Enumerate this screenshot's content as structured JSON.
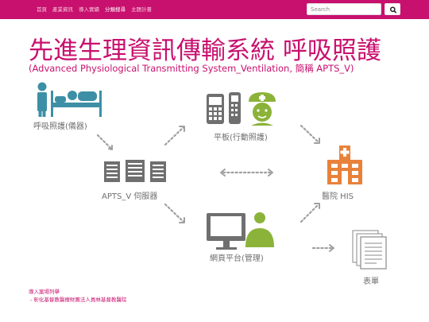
{
  "nav": {
    "items": [
      "首頁",
      "產業資訊",
      "導入實績",
      "分類搜尋",
      "主題計畫"
    ],
    "active_index": 3
  },
  "search": {
    "placeholder": "Search"
  },
  "header": {
    "title": "先進生理資訊傳輸系統 呼吸照護",
    "subtitle": "(Advanced Physiological Transmitting System_Ventilation, 簡稱 APTS_V)"
  },
  "diagram": {
    "labels": {
      "respiratory": "呼吸照護(儀器)",
      "tablet": "平板(行動照護)",
      "server": "APTS_V 伺服器",
      "his": "醫院 HIS",
      "web": "網頁平台(管理)",
      "report": "表單"
    }
  },
  "footer": {
    "heading": "導入案場列舉",
    "item": "- 彰化基督教醫療財團法人員林基督教醫院"
  },
  "colors": {
    "brand": "#c8106e",
    "icon_teal": "#3d8fa6",
    "icon_gray": "#6f6f6f",
    "icon_green": "#8bb33a",
    "icon_orange": "#e8823a",
    "arrow_gray": "#a0a0a0"
  }
}
